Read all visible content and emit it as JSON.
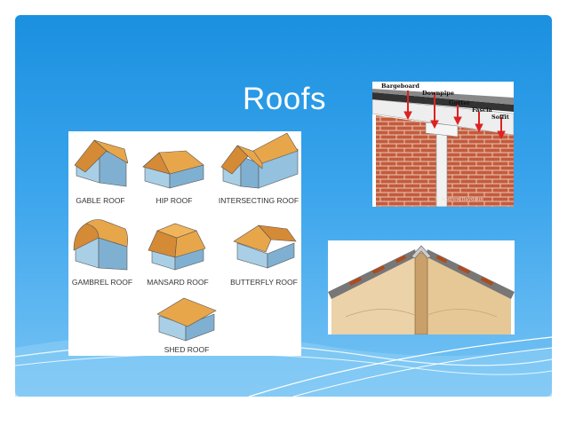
{
  "slide": {
    "title": "Roofs",
    "background_color": "#2a9ae6"
  },
  "roof_types": {
    "items": [
      {
        "label": "GABLE ROOF"
      },
      {
        "label": "HIP ROOF"
      },
      {
        "label": "INTERSECTING ROOF"
      },
      {
        "label": "GAMBREL ROOF"
      },
      {
        "label": "MANSARD ROOF"
      },
      {
        "label": "BUTTERFLY ROOF"
      },
      {
        "label": "SHED ROOF"
      }
    ]
  },
  "gutter_diagram": {
    "labels": [
      "Bargeboard",
      "Downpipe",
      "Gutter",
      "Fascia",
      "Soffit"
    ],
    "credit": "© Andrew Baydoun"
  }
}
